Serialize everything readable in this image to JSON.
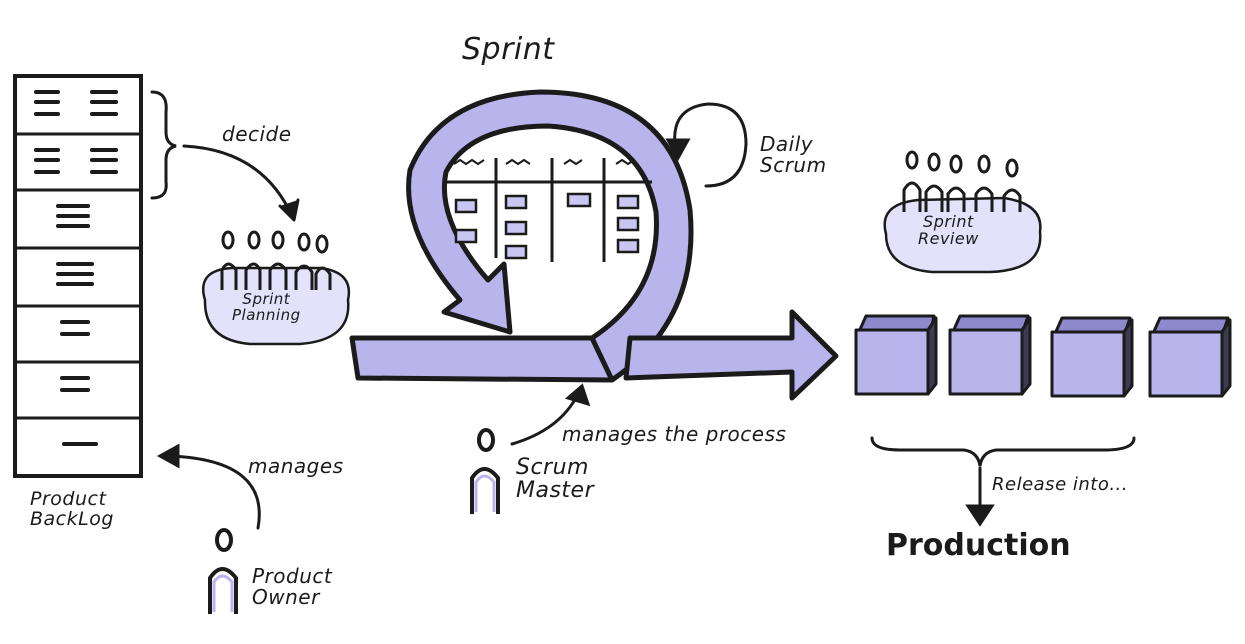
{
  "title": "Sprint",
  "colors": {
    "ink": "#1b1b1b",
    "fill": "#b9b5ec",
    "fill_light": "#e4e2fa",
    "card": "#c9c6f2"
  },
  "labels": {
    "decide": "decide",
    "sprint_planning": [
      "Sprint",
      "Planning"
    ],
    "daily_scrum": [
      "Daily",
      "Scrum"
    ],
    "sprint_review": [
      "Sprint",
      "Review"
    ],
    "product_backlog": [
      "Product",
      "BackLog"
    ],
    "manages": "manages",
    "product_owner": [
      "Product",
      "Owner"
    ],
    "manages_process": "manages the process",
    "scrum_master": [
      "Scrum",
      "Master"
    ],
    "release_into": "Release into...",
    "production": "Production"
  },
  "icons": {
    "backlog": "backlog-stack-icon",
    "team": "team-people-icon",
    "cycle": "sprint-cycle-arrow-icon",
    "daily_loop": "daily-loop-arrow-icon",
    "task_board": "task-board-icon",
    "increment": "increment-box-icon",
    "person": "person-icon"
  }
}
